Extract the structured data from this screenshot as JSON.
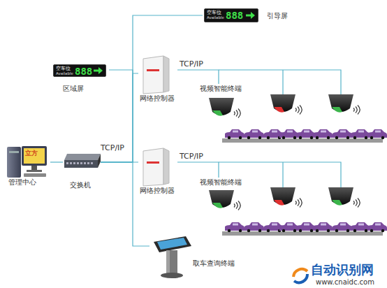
{
  "diagram": {
    "nodes": [
      {
        "text": [
          "立方",
          "管理中心"
        ]
      },
      {
        "text": [
          "交换机"
        ]
      },
      {
        "text": [
          "空车位",
          "Available",
          "888",
          "区域屏"
        ]
      },
      {
        "text": [
          "空车位",
          "Available",
          "888",
          "引导屏"
        ]
      },
      {
        "text": [
          "网络控制器"
        ]
      },
      {
        "text": [
          "视频智能终端"
        ]
      },
      {
        "text": [
          "网络控制器"
        ]
      },
      {
        "text": [
          "视频智能终端"
        ]
      },
      {
        "text": [
          "取车查询终端"
        ]
      }
    ],
    "edges": [
      {
        "from": 0,
        "to": 1,
        "arrow": "none"
      },
      {
        "from": 1,
        "to": 3,
        "arrow": "none"
      },
      {
        "from": 1,
        "to": 2,
        "arrow": "none"
      },
      {
        "from": 1,
        "to": 4,
        "arrow": "none"
      },
      {
        "from": 1,
        "to": 6,
        "label": "TCP/IP",
        "arrow": "none"
      },
      {
        "from": 1,
        "to": 8,
        "arrow": "none"
      },
      {
        "from": 4,
        "to": 5,
        "label": "TCP/IP",
        "arrow": "none"
      },
      {
        "from": 6,
        "to": 7,
        "label": "TCP/IP",
        "arrow": "none"
      }
    ],
    "labels": [
      "自动识别网",
      "www.cnaidc.com"
    ]
  }
}
